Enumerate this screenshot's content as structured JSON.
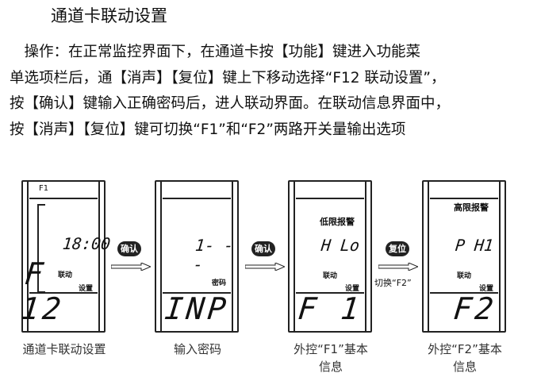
{
  "title": "通道卡联动设置",
  "paragraph": [
    "　操作：在正常监控界面下，在通道卡按【功能】键进入功能菜",
    "单选项栏后，通【消声】【复位】键上下移动选择“F12 联动设置”，",
    "按【确认】键输入正确密码后，进人联动界面。在联动信息界面中，",
    "按【消声】【复位】键可切换“F1”和“F2”两路开关量输出选项"
  ],
  "panels": [
    {
      "top_label": "F1",
      "value": "18:00",
      "link_label": "联动",
      "set_label": "设置",
      "code": "F 12",
      "caption": [
        "通道卡联动设置"
      ]
    },
    {
      "value": "1- - -",
      "pwd_label": "密码",
      "code": "INP",
      "caption": [
        "输入密码"
      ]
    },
    {
      "alarm": "低限报警",
      "value": "H Lo",
      "link_label": "联动",
      "set_label": "设置",
      "code": "F 1",
      "caption": [
        "外控“F1”基本",
        "信息"
      ]
    },
    {
      "alarm": "高限报警",
      "value": "P H1",
      "link_label": "联动",
      "set_label": "设置",
      "code": "F2",
      "caption": [
        "外控“F2”基本",
        "信息"
      ]
    }
  ],
  "transitions": [
    {
      "button": "确认"
    },
    {
      "button": "确认"
    },
    {
      "button": "复位",
      "note": "切换“F2”"
    }
  ]
}
